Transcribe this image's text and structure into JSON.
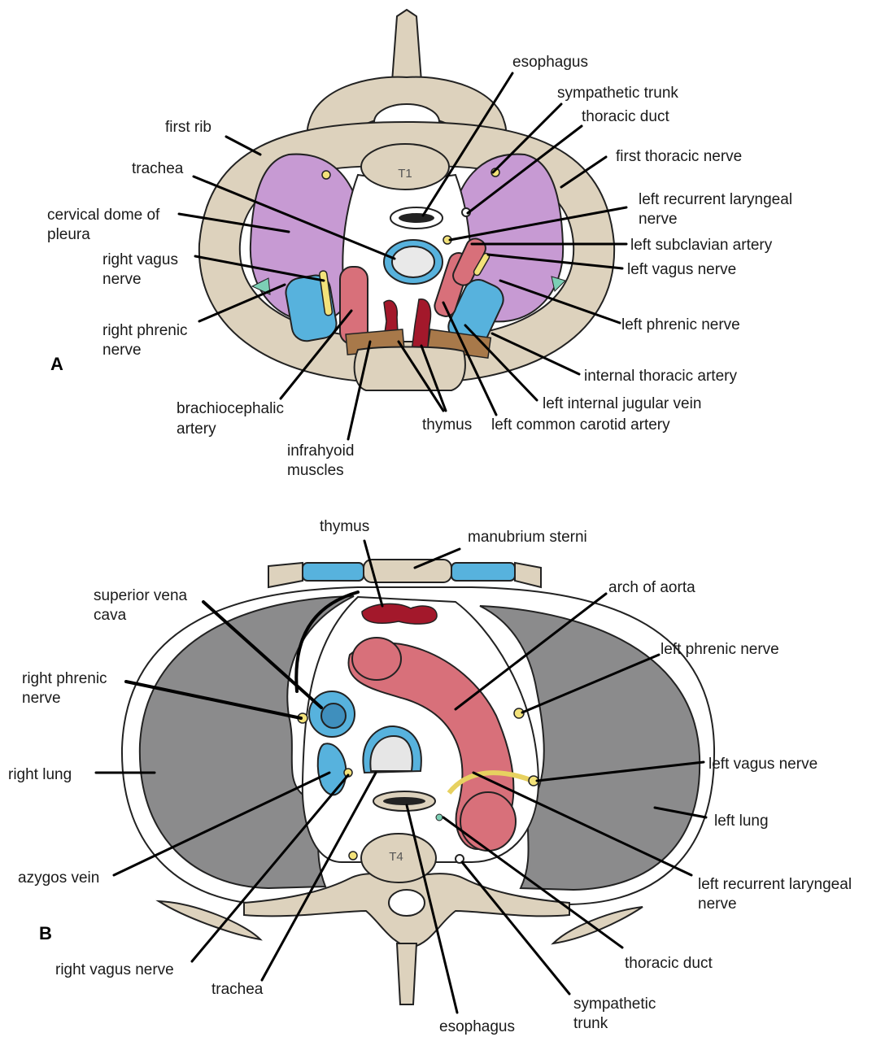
{
  "panel_a": {
    "letter": "A",
    "vertebra": "T1",
    "labels": {
      "esophagus": "esophagus",
      "sympathetic_trunk": "sympathetic trunk",
      "thoracic_duct": "thoracic duct",
      "first_rib": "first rib",
      "first_thoracic_nerve": "first thoracic nerve",
      "trachea": "trachea",
      "cervical_dome_1": "cervical dome of",
      "cervical_dome_2": "pleura",
      "left_recurrent_1": "left recurrent laryngeal",
      "left_recurrent_2": "nerve",
      "left_subclavian": "left subclavian artery",
      "right_vagus_1": "right vagus",
      "right_vagus_2": "nerve",
      "left_vagus": "left vagus nerve",
      "right_phrenic_1": "right phrenic",
      "right_phrenic_2": "nerve",
      "left_phrenic": "left phrenic nerve",
      "internal_thoracic": "internal thoracic artery",
      "left_ijv": "left internal jugular vein",
      "brachiocephalic_1": "brachiocephalic",
      "brachiocephalic_2": "artery",
      "thymus": "thymus",
      "left_common_carotid": "left common carotid artery",
      "infrahyoid_1": "infrahyoid",
      "infrahyoid_2": "muscles"
    }
  },
  "panel_b": {
    "letter": "B",
    "vertebra": "T4",
    "labels": {
      "thymus": "thymus",
      "manubrium": "manubrium sterni",
      "arch_of_aorta": "arch of aorta",
      "svc_1": "superior vena",
      "svc_2": "cava",
      "left_phrenic": "left phrenic nerve",
      "right_phrenic_1": "right phrenic",
      "right_phrenic_2": "nerve",
      "left_vagus": "left vagus nerve",
      "right_lung": "right lung",
      "left_lung": "left lung",
      "azygos": "azygos vein",
      "left_recurrent_1": "left recurrent laryngeal",
      "left_recurrent_2": "nerve",
      "thoracic_duct": "thoracic duct",
      "right_vagus": "right vagus nerve",
      "trachea": "trachea",
      "sympathetic_1": "sympathetic",
      "sympathetic_2": "trunk",
      "esophagus": "esophagus"
    }
  }
}
